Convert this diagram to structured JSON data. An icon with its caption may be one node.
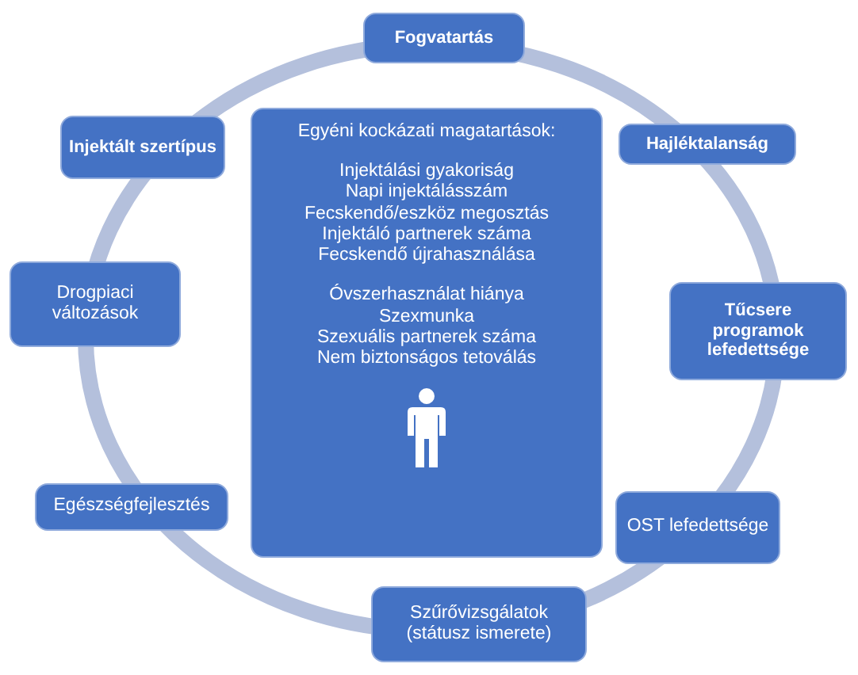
{
  "diagram": {
    "nodes": [
      {
        "text": [
          "Fogvatartás"
        ]
      },
      {
        "text": [
          "Injektált szertípus"
        ]
      },
      {
        "text": [
          "Egyéni kockázati magatartások:",
          "Injektálási gyakoriság",
          "Napi injektálásszám",
          "Fecskendő/eszköz megosztás",
          "Injektáló partnerek száma",
          "Fecskendő újrahasználása",
          "Óvszerhasználat hiánya",
          "Szexmunka",
          "Szexuális partnerek száma",
          "Nem biztonságos tetoválás"
        ]
      },
      {
        "text": [],
        "shape": "person",
        "in": 2
      },
      {
        "text": [
          "Hajléktalanság"
        ]
      },
      {
        "text": [
          "Drogpiaci változások"
        ]
      },
      {
        "text": [
          "Tűcsere programok lefedettsége"
        ]
      },
      {
        "text": [
          "Egészségfejlesztés"
        ]
      },
      {
        "text": [
          "OST lefedettsége"
        ]
      },
      {
        "text": [
          "Szűrővizsgálatok (státusz ismerete)"
        ]
      }
    ]
  }
}
